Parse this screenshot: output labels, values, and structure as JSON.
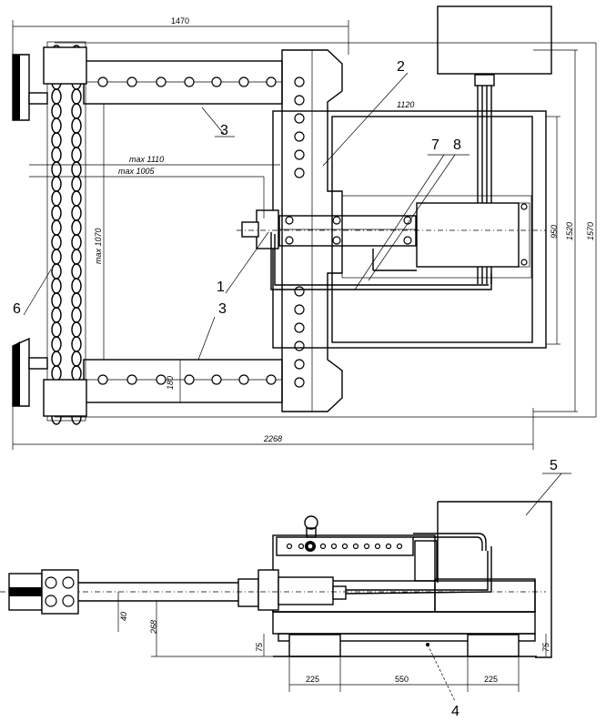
{
  "dimensions": {
    "top_width": "1470",
    "inner_width": "1120",
    "max_1110": "max 1110",
    "max_1005": "max 1005",
    "max_1070": "max 1070",
    "h_950": "950",
    "h_1520": "1520",
    "h_1570": "1570",
    "w_180": "180",
    "total_width": "2268",
    "side_40": "40",
    "side_268": "268",
    "side_75_left": "75",
    "side_75_right": "75",
    "base_225_left": "225",
    "base_550": "550",
    "base_225_right": "225"
  },
  "callouts": {
    "c1": "1",
    "c2": "2",
    "c3_top": "3",
    "c3_bottom": "3",
    "c4": "4",
    "c5": "5",
    "c6": "6",
    "c7": "7",
    "c8": "8"
  }
}
